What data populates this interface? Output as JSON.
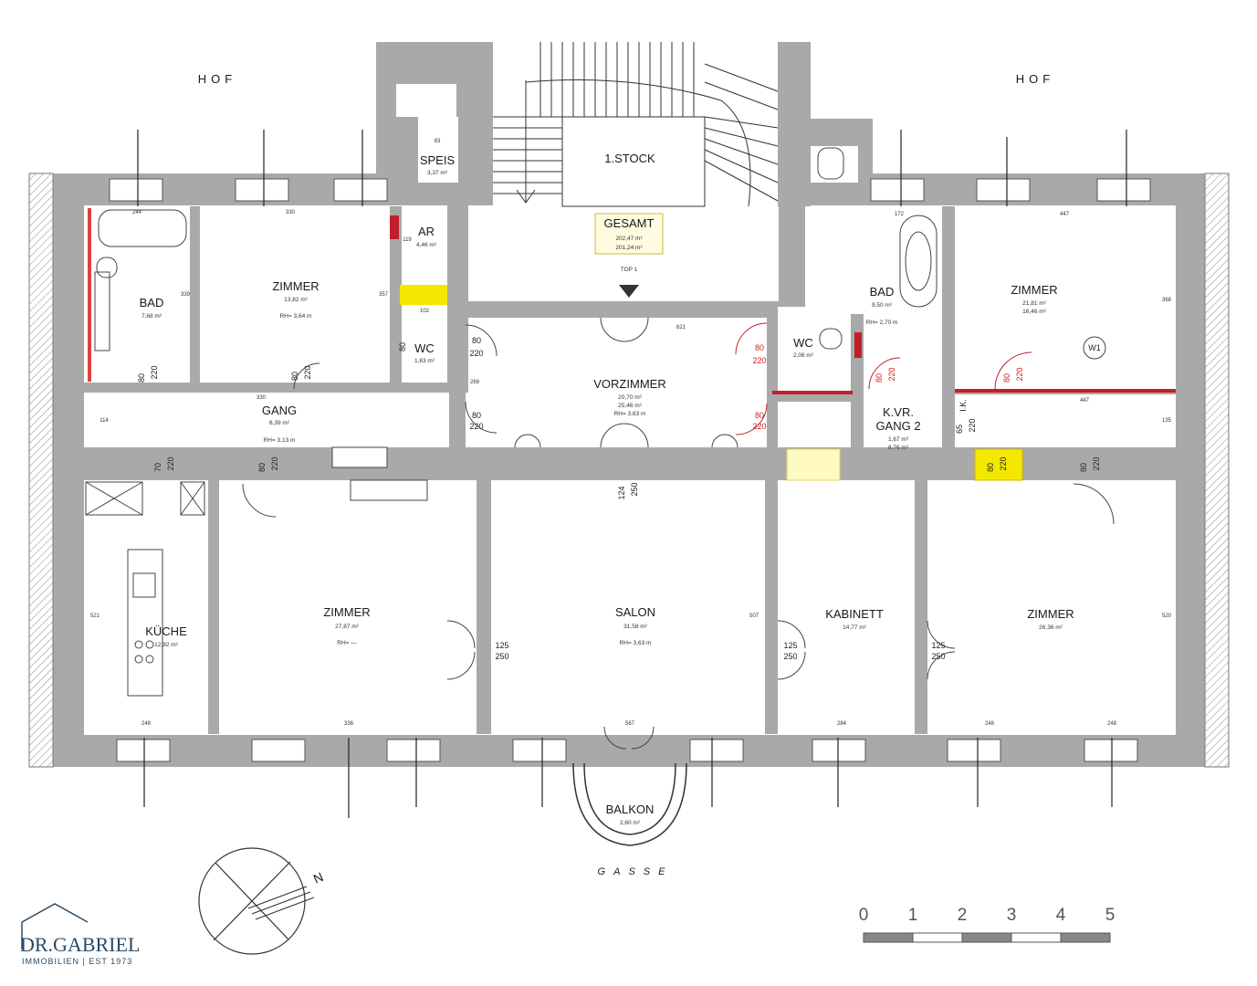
{
  "orientation": {
    "top_left": "HOF",
    "top_right": "HOF",
    "bottom": "GASSE",
    "north": "N"
  },
  "floor_label": "1.STOCK",
  "unit_label": "TOP 1",
  "totals": {
    "title": "GESAMT",
    "area_1": "202,47 m²",
    "area_2": "201,24 m²"
  },
  "rooms": {
    "speis": {
      "name": "SPEIS",
      "area": "3,37 m²",
      "width": "83"
    },
    "ar": {
      "name": "AR",
      "area": "4,46 m²",
      "side": "119"
    },
    "wc_left": {
      "name": "WC",
      "area": "1,63 m²",
      "width": "102"
    },
    "bad_left": {
      "name": "BAD",
      "area": "7,68 m²",
      "side": "339",
      "width": "244"
    },
    "zimmer_top_left": {
      "name": "ZIMMER",
      "area": "13,82 m²",
      "rh": "RH= 3,64 m",
      "width": "330",
      "side": "357"
    },
    "gang": {
      "name": "GANG",
      "area": "8,39 m²",
      "rh": "RH= 3,13 m",
      "width": "330",
      "side": "114"
    },
    "vorzimmer": {
      "name": "VORZIMMER",
      "area": "20,70 m²",
      "area_2": "25,46 m²",
      "rh": "RH= 3,63 m",
      "width": "621",
      "side": "269"
    },
    "wc_right": {
      "name": "WC",
      "area": "2,06 m²"
    },
    "bad_right": {
      "name": "BAD",
      "area": "9,50 m²",
      "rh": "RH= 2,70 m",
      "width": "172"
    },
    "zimmer_top_right": {
      "name": "ZIMMER",
      "area": "21,81 m²",
      "area_2": "16,46 m²",
      "width": "447",
      "side": "368"
    },
    "kvr": {
      "name": "K.VR.",
      "name_2": "GANG 2",
      "area": "1,67 m²",
      "area_2": "8,76 m²",
      "width": "447",
      "side": "135"
    },
    "kueche": {
      "name": "KÜCHE",
      "area": "12,92 m²",
      "width": "248",
      "side": "521"
    },
    "zimmer_bottom_left": {
      "name": "ZIMMER",
      "area": "27,87 m²",
      "rh": "RH= —",
      "width": "336"
    },
    "salon": {
      "name": "SALON",
      "area": "31,58 m²",
      "rh": "RH= 3,63 m",
      "width": "567",
      "side": "507"
    },
    "kabinett": {
      "name": "KABINETT",
      "area": "14,77 m²",
      "width": "284"
    },
    "zimmer_bottom_right": {
      "name": "ZIMMER",
      "area": "26,36 m²",
      "width_a": "248",
      "width_b": "248",
      "side": "520"
    },
    "balkon": {
      "name": "BALKON",
      "area": "2,60 m²"
    }
  },
  "doors": {
    "d80_220": [
      "80",
      "220"
    ],
    "d70_220": [
      "70",
      "220"
    ],
    "d124_250": [
      "124",
      "250"
    ],
    "d125_250": [
      "125",
      "250"
    ],
    "d65_220": [
      "65",
      "220"
    ],
    "w1": "W1",
    "ik": "I.K."
  },
  "scale": {
    "ticks": [
      "0",
      "1",
      "2",
      "3",
      "4",
      "5"
    ]
  },
  "logo": {
    "name": "DR.GABRIEL",
    "tagline": "IMMOBILIEN | EST 1973"
  },
  "colors": {
    "wall": "#a9a9a9",
    "accent_yellow": "#f5e800",
    "accent_red": "#c0202a",
    "brand": "#2a4a66"
  }
}
